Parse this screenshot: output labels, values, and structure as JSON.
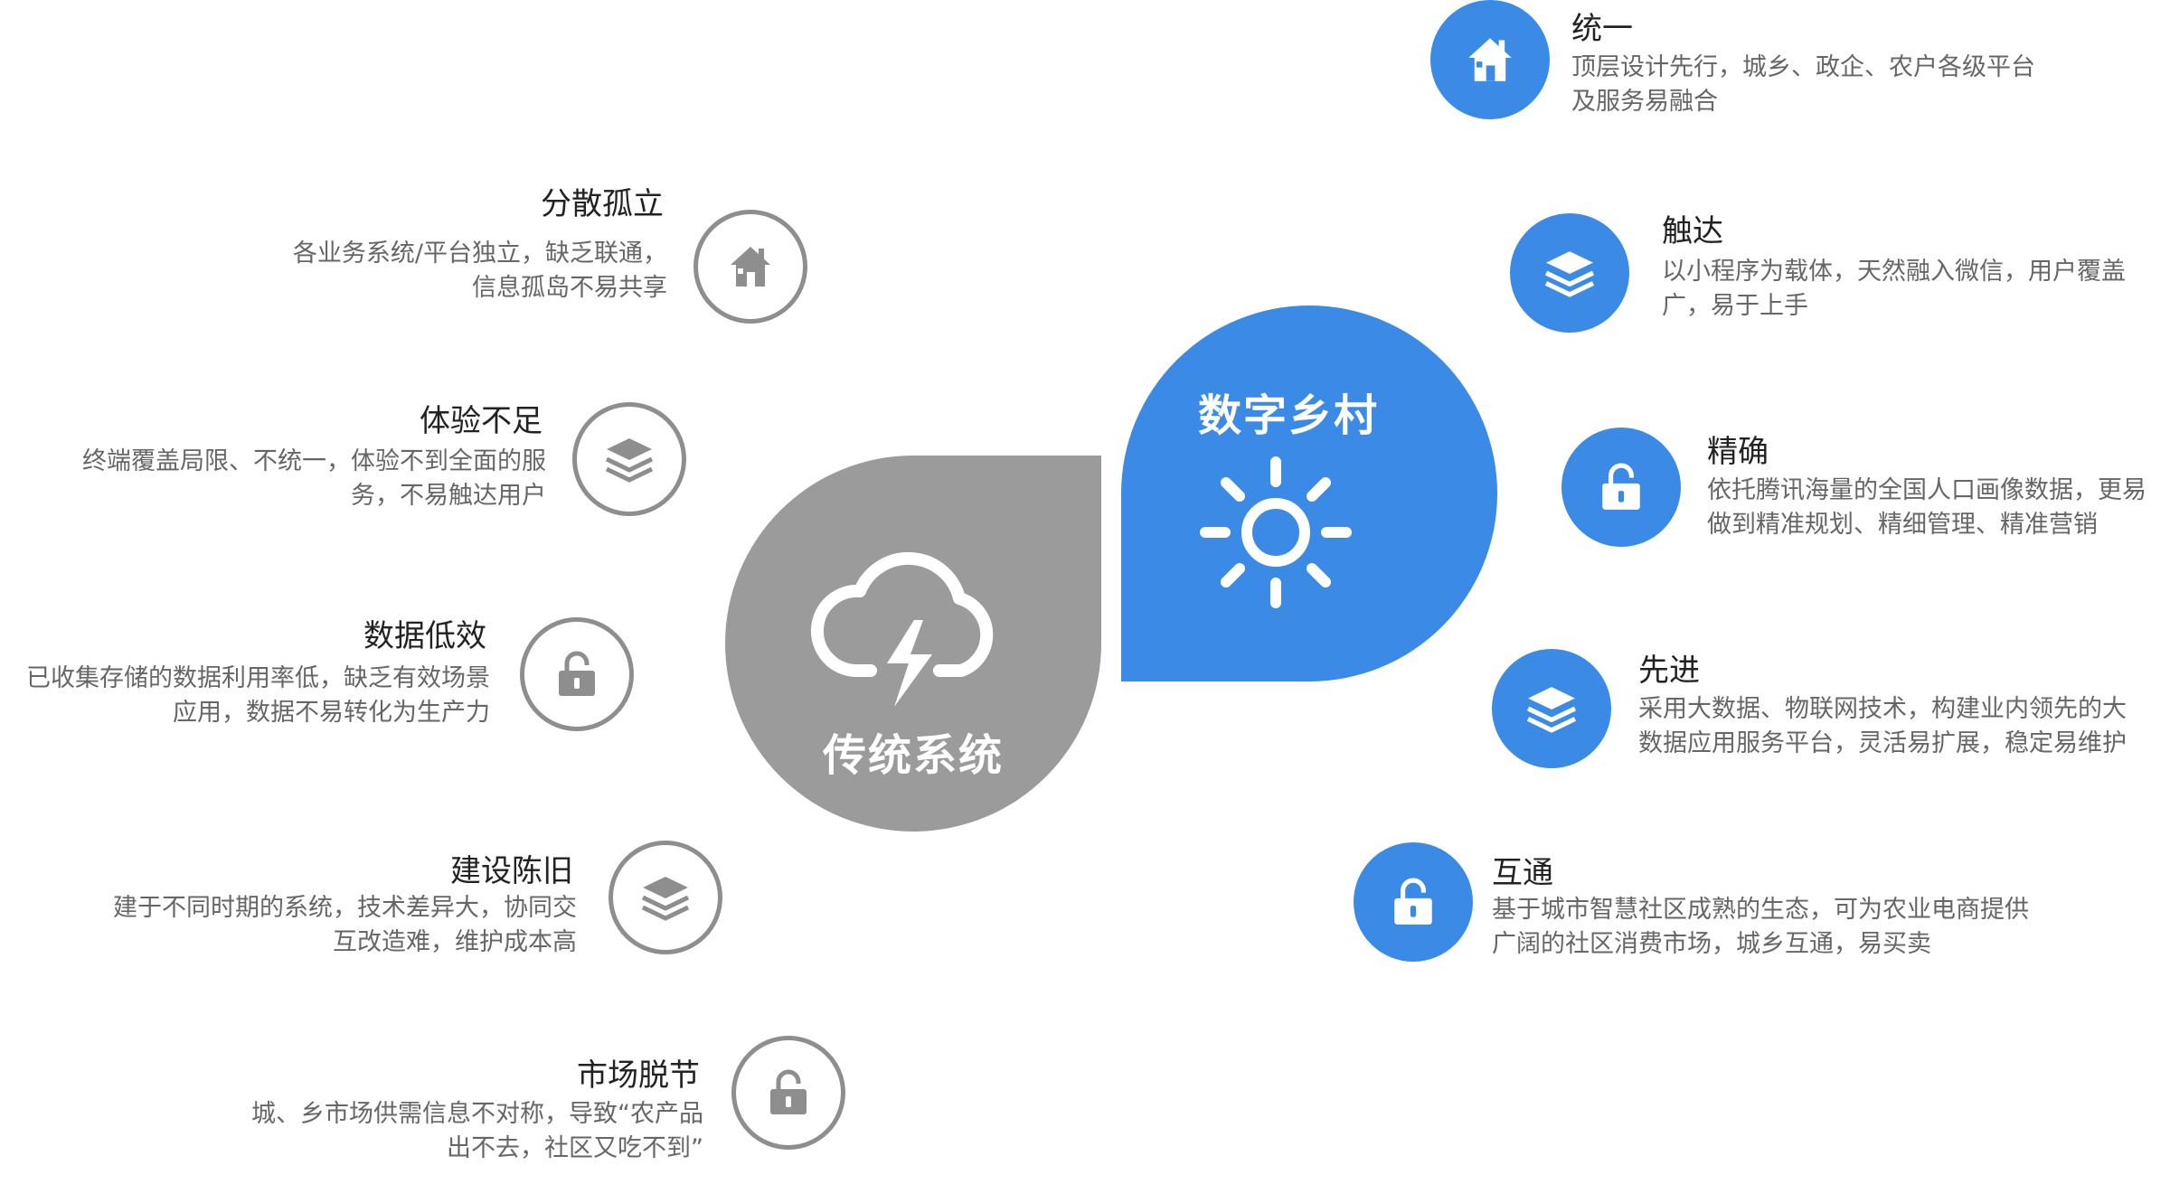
{
  "colors": {
    "blue": "#3a8ae6",
    "gray": "#9b9b9b",
    "gray_stroke": "#8e8e8e"
  },
  "center": {
    "left_label": "传统系统",
    "right_label": "数字乡村",
    "left_icon": "cloud-lightning-icon",
    "right_icon": "sun-icon"
  },
  "left_items": [
    {
      "title": "分散孤立",
      "desc": [
        "各业务系统/平台独立，缺乏联通，",
        "信息孤岛不易共享"
      ],
      "icon": "house-icon"
    },
    {
      "title": "体验不足",
      "desc": [
        "终端覆盖局限、不统一，体验不到全面的服",
        "务，不易触达用户"
      ],
      "icon": "layers-icon"
    },
    {
      "title": "数据低效",
      "desc": [
        "已收集存储的数据利用率低，缺乏有效场景",
        "应用，数据不易转化为生产力"
      ],
      "icon": "unlock-icon"
    },
    {
      "title": "建设陈旧",
      "desc": [
        "建于不同时期的系统，技术差异大，协同交",
        "互改造难，维护成本高"
      ],
      "icon": "layers-icon"
    },
    {
      "title": "市场脱节",
      "desc": [
        "城、乡市场供需信息不对称，导致“农产品",
        "出不去，社区又吃不到”"
      ],
      "icon": "unlock-icon"
    }
  ],
  "right_items": [
    {
      "title": "统一",
      "desc": [
        "顶层设计先行，城乡、政企、农户各级平台",
        "及服务易融合"
      ],
      "icon": "house-icon"
    },
    {
      "title": "触达",
      "desc": [
        "以小程序为载体，天然融入微信，用户覆盖",
        "广，易于上手"
      ],
      "icon": "layers-icon"
    },
    {
      "title": "精确",
      "desc": [
        "依托腾讯海量的全国人口画像数据，更易",
        "做到精准规划、精细管理、精准营销"
      ],
      "icon": "unlock-icon"
    },
    {
      "title": "先进",
      "desc": [
        "采用大数据、物联网技术，构建业内领先的大",
        "数据应用服务平台，灵活易扩展，稳定易维护"
      ],
      "icon": "layers-icon"
    },
    {
      "title": "互通",
      "desc": [
        "基于城市智慧社区成熟的生态，可为农业电商提供",
        "广阔的社区消费市场，城乡互通，易买卖"
      ],
      "icon": "unlock-icon"
    }
  ]
}
